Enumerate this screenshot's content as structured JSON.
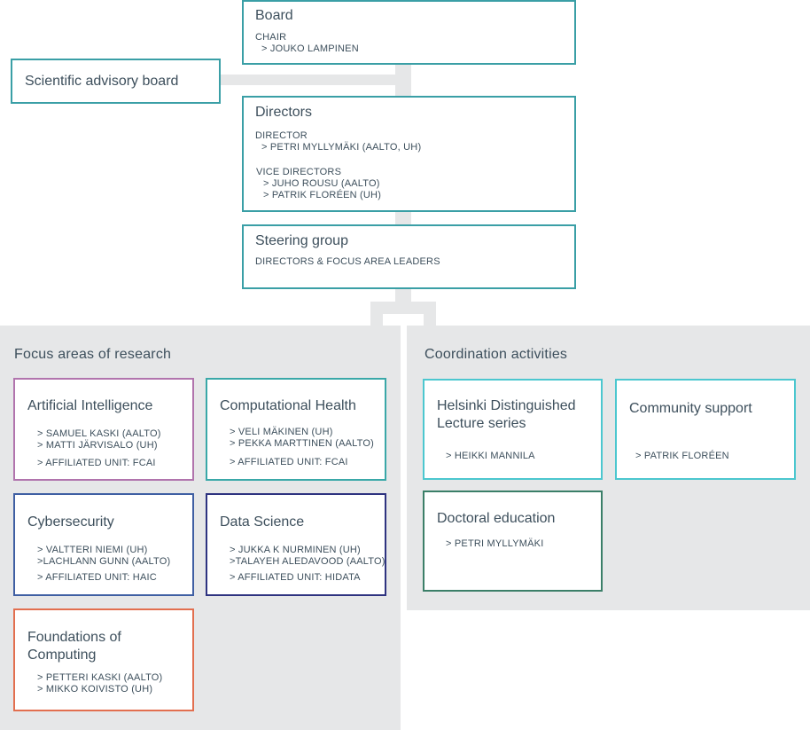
{
  "board": {
    "title": "Board",
    "chair_label": "CHAIR",
    "chair_name": "> JOUKO LAMPINEN"
  },
  "advisory": {
    "title": "Scientific advisory board"
  },
  "directors": {
    "title": "Directors",
    "director_label": "DIRECTOR",
    "director_name": "> PETRI MYLLYMÄKI (AALTO, UH)",
    "vice_label": "VICE DIRECTORS",
    "vice_1": "> JUHO ROUSU (AALTO)",
    "vice_2": "> PATRIK FLORÉEN (UH)"
  },
  "steering": {
    "title": "Steering group",
    "members": "DIRECTORS & FOCUS AREA LEADERS"
  },
  "focus": {
    "title": "Focus areas of research",
    "ai": {
      "title": "Artificial Intelligence",
      "people_1": "> SAMUEL KASKI (AALTO)",
      "people_2": "> MATTI JÄRVISALO (UH)",
      "unit": "> AFFILIATED UNIT: FCAI",
      "color": "#b174ad"
    },
    "health": {
      "title": "Computational Health",
      "people_1": "> VELI MÄKINEN (UH)",
      "people_2": "> PEKKA MARTTINEN (AALTO)",
      "unit": "> AFFILIATED UNIT: FCAI",
      "color": "#3aa8a8"
    },
    "cyber": {
      "title": "Cybersecurity",
      "people_1": "> VALTTERI NIEMI (UH)",
      "people_2": ">LACHLANN GUNN (AALTO)",
      "unit": "> AFFILIATED UNIT: HAIC",
      "color": "#3f5fa3"
    },
    "datasci": {
      "title": "Data Science",
      "people_1": "> JUKKA K NURMINEN (UH)",
      "people_2": ">TALAYEH ALEDAVOOD (AALTO)",
      "unit": "> AFFILIATED UNIT: HIDATA",
      "color": "#2e3380"
    },
    "foundations": {
      "title_1": "Foundations of",
      "title_2": "Computing",
      "people_1": "> PETTERI KASKI (AALTO)",
      "people_2": "> MIKKO KOIVISTO (UH)",
      "color": "#e26f4f"
    }
  },
  "coordination": {
    "title": "Coordination activities",
    "lecture": {
      "title_1": "Helsinki Distinguished",
      "title_2": "Lecture series",
      "person": "> HEIKKI MANNILA",
      "color": "#4cc7cf"
    },
    "community": {
      "title": "Community support",
      "person": "> PATRIK FLORÉEN",
      "color": "#4cc7cf"
    },
    "doctoral": {
      "title": "Doctoral education",
      "person": "> PETRI MYLLYMÄKI",
      "color": "#3b7f68"
    }
  }
}
